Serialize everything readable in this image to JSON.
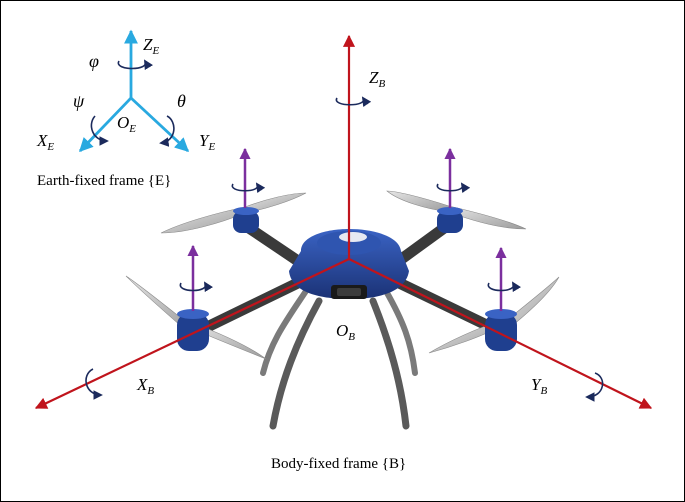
{
  "captions": {
    "earth_frame": "Earth-fixed frame {E}",
    "body_frame": "Body-fixed frame {B}"
  },
  "earth_axes": {
    "z": {
      "main": "Z",
      "sub": "E"
    },
    "x": {
      "main": "X",
      "sub": "E"
    },
    "y": {
      "main": "Y",
      "sub": "E"
    },
    "origin": {
      "main": "O",
      "sub": "E"
    },
    "roll": "φ",
    "yaw": "ψ",
    "pitch": "θ"
  },
  "body_axes": {
    "z": {
      "main": "Z",
      "sub": "B"
    },
    "x": {
      "main": "X",
      "sub": "B"
    },
    "y": {
      "main": "Y",
      "sub": "B"
    },
    "origin": {
      "main": "O",
      "sub": "B"
    }
  },
  "colors": {
    "earth_axis": "#29a9e0",
    "body_axis": "#c0141c",
    "thrust": "#7b2f9e",
    "rotation": "#1b2a5c",
    "drone_blue": "#1f3f8f",
    "drone_dark": "#22335e",
    "propeller": "#c9c9c9",
    "leg": "#5a5a5a"
  }
}
